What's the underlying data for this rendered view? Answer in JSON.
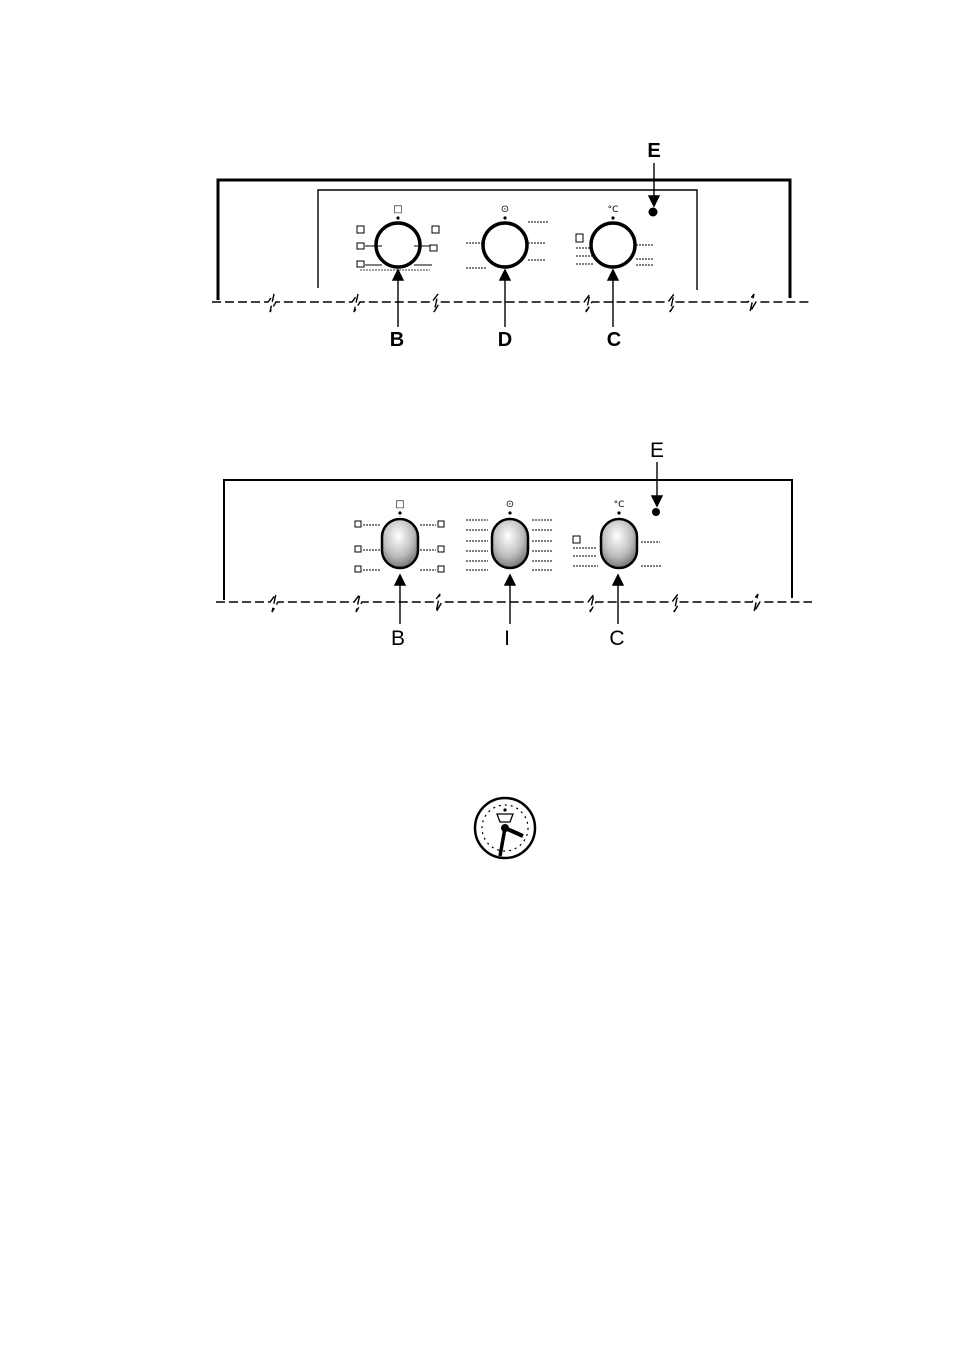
{
  "panel1": {
    "labels": {
      "E": "E",
      "B": "B",
      "D": "D",
      "C": "C"
    },
    "knob_symbols": {
      "B": "□",
      "D": "⊙",
      "C": "°C"
    }
  },
  "panel2": {
    "labels": {
      "E": "E",
      "B": "B",
      "I": "I",
      "C": "C"
    },
    "knob_symbols": {
      "B": "□",
      "I": "⊙",
      "C": "°C"
    }
  },
  "icons": {
    "dial_icon": "oven-timer-dial-icon"
  },
  "colors": {
    "ink": "#000000",
    "paper": "#ffffff",
    "knob_shade": "#9a9a9a"
  }
}
